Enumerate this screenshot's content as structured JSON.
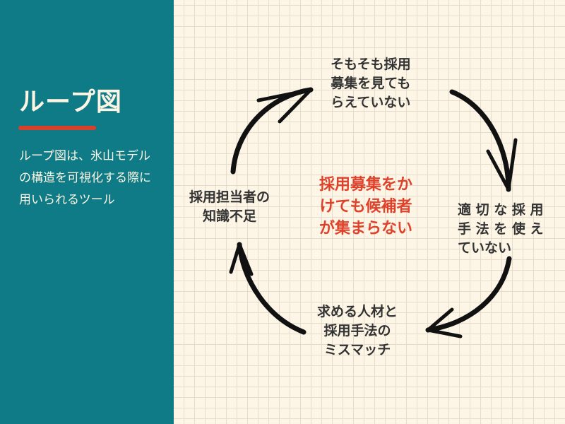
{
  "sidebar": {
    "title": "ループ図",
    "description": "ループ図は、氷山モデルの構造を可視化する際に用いられるツール"
  },
  "diagram": {
    "center": "採用募集をか\nけても候補者\nが集まらない",
    "nodes": [
      {
        "label": "そもそも採用\n募集を見ても\nらえていない"
      },
      {
        "label": "適 切 な 採 用\n手 法 を 使 え\nていない"
      },
      {
        "label": "求める人材と\n採用手法の\nミスマッチ"
      },
      {
        "label": "採用担当者の\n知識不足"
      }
    ]
  },
  "colors": {
    "sidebar": "#0e7b87",
    "accent": "#e0412b",
    "background": "#fdf6e6"
  }
}
